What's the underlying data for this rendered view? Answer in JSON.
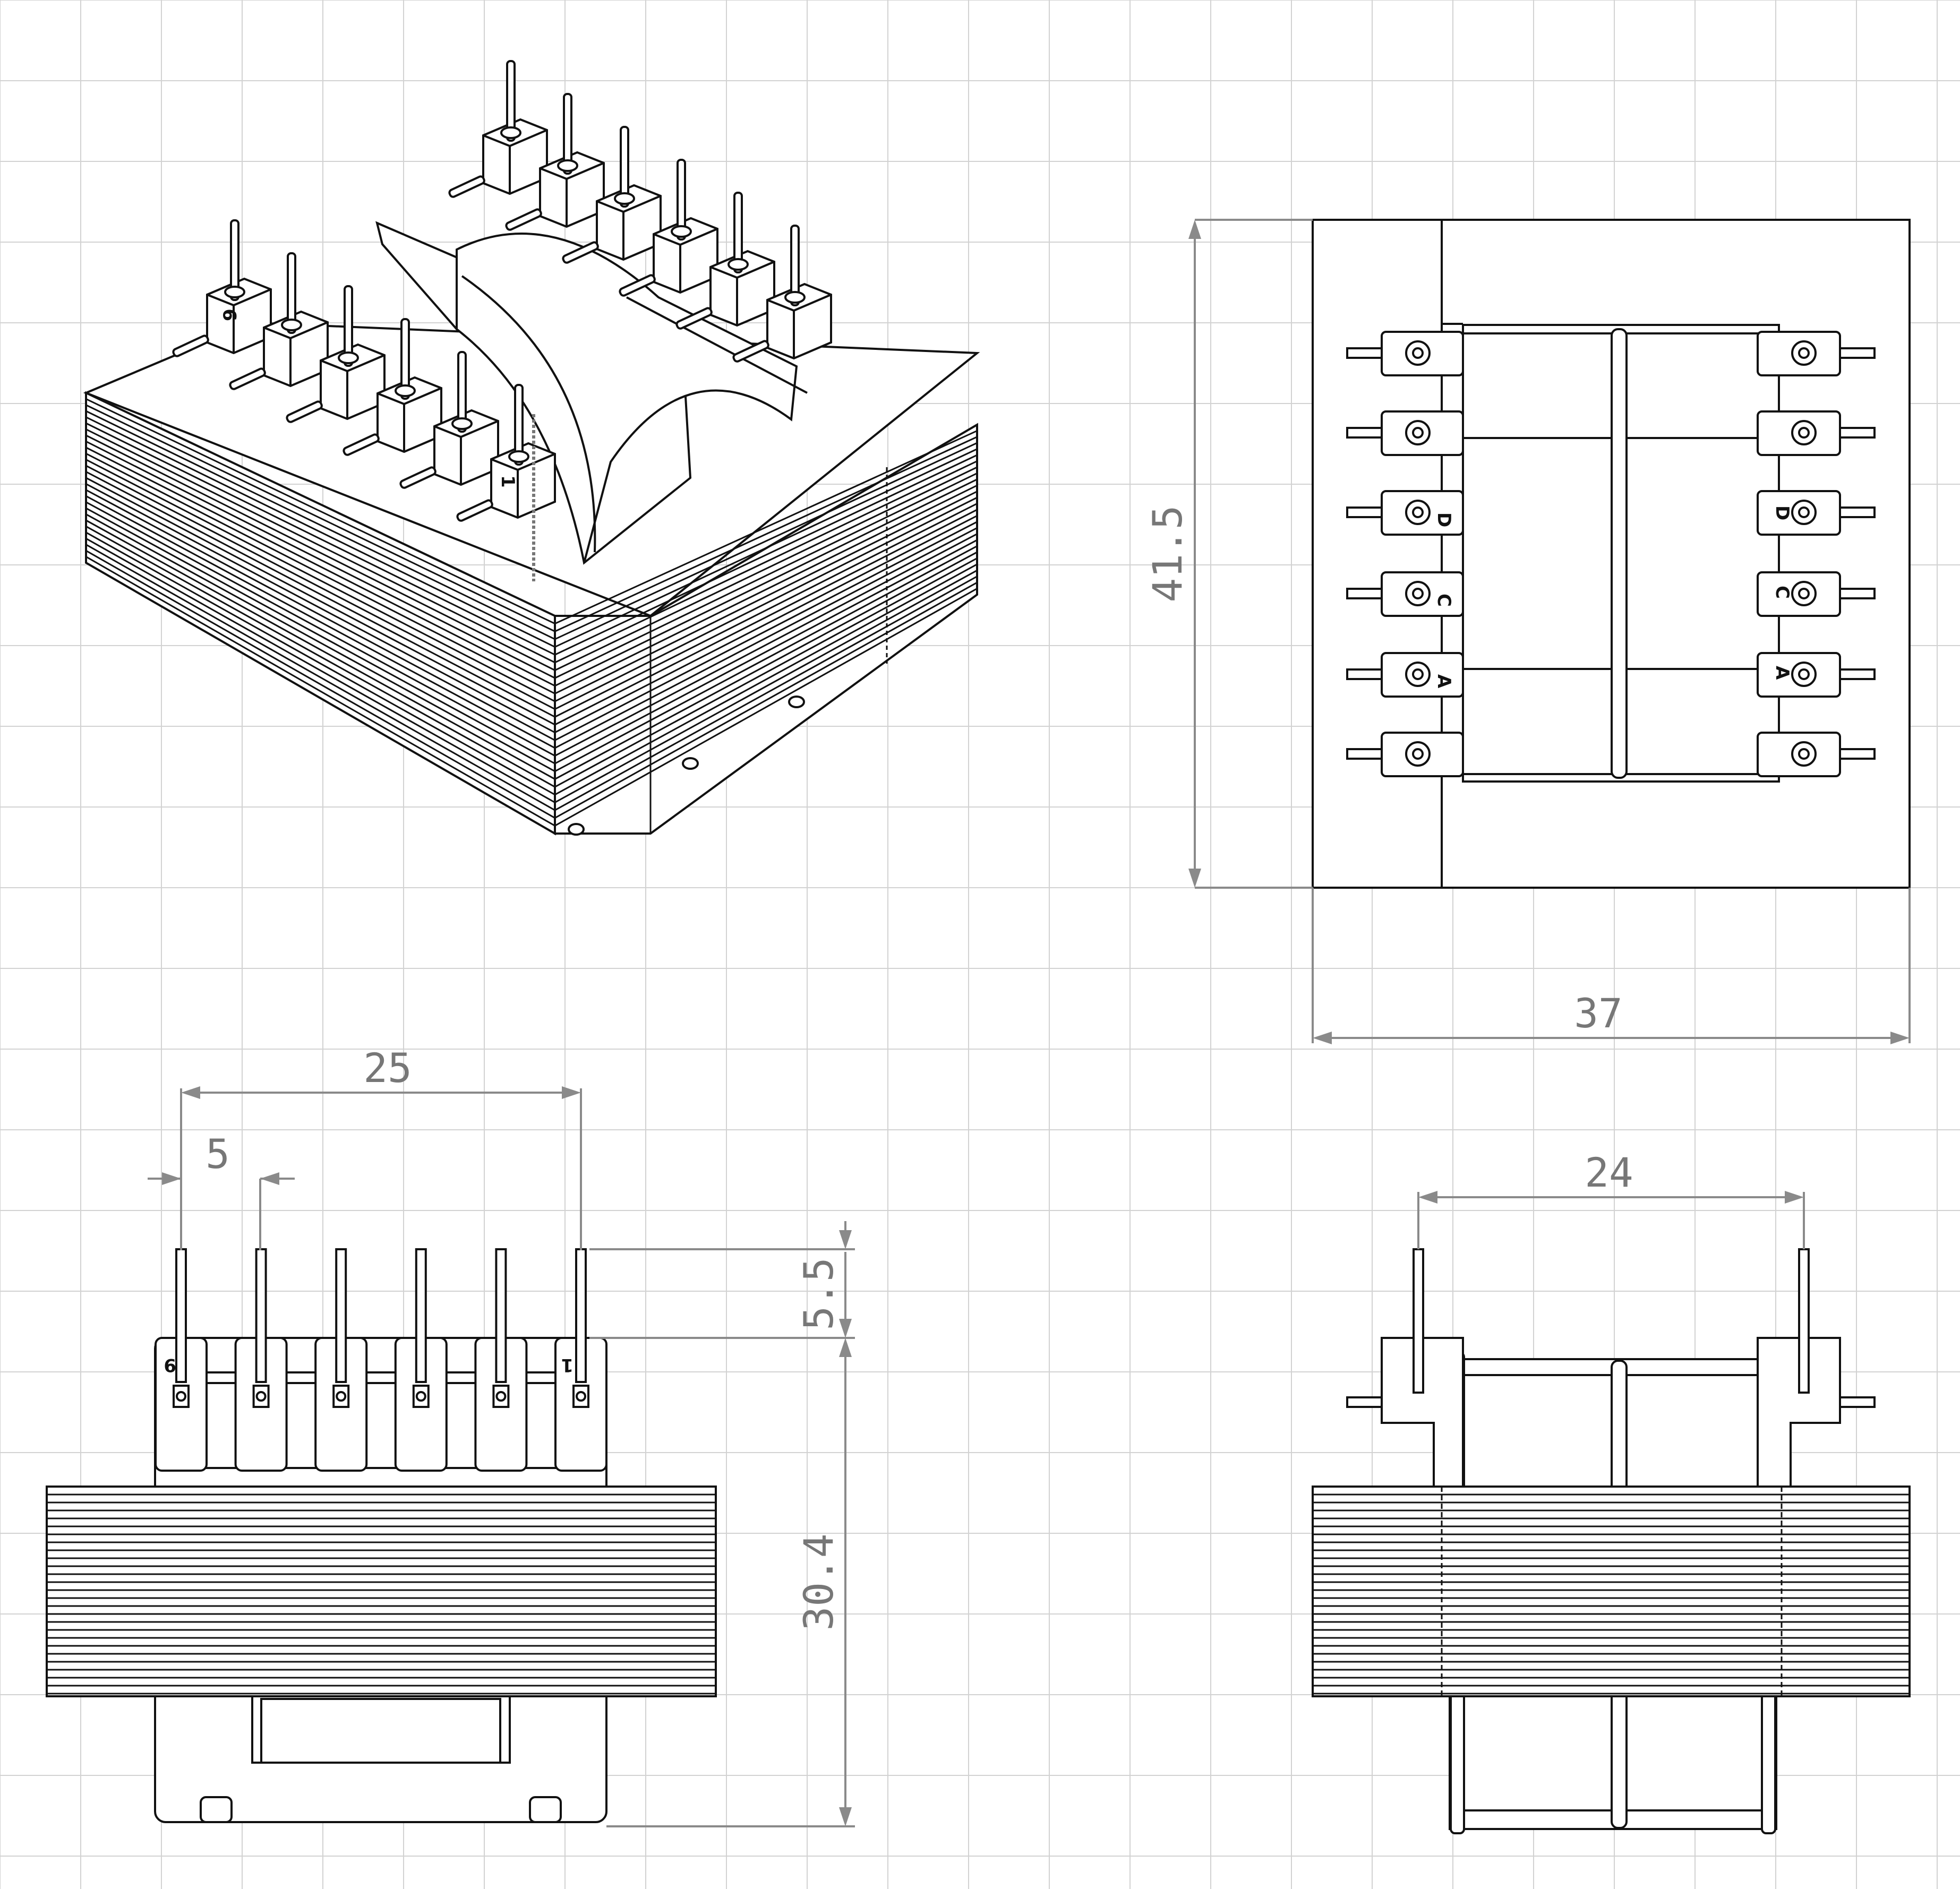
{
  "colors": {
    "background": "#ffffff",
    "grid": "#d2d2d2",
    "line": "#111111",
    "dimension": "#8a8a8a"
  },
  "dimensions": {
    "top_height": "41.5",
    "top_width": "37",
    "front_pin_span": "25",
    "front_pin_pitch": "5",
    "front_pin_length": "5.5",
    "front_body_height": "30.4",
    "side_pin_span": "24"
  },
  "pin_labels": {
    "top_left": [
      "D",
      "C",
      "A"
    ],
    "top_right": [
      "D",
      "C",
      "A"
    ],
    "front_left": "9",
    "front_right": "1",
    "iso_front_left": "9",
    "iso_front_right": "1"
  }
}
